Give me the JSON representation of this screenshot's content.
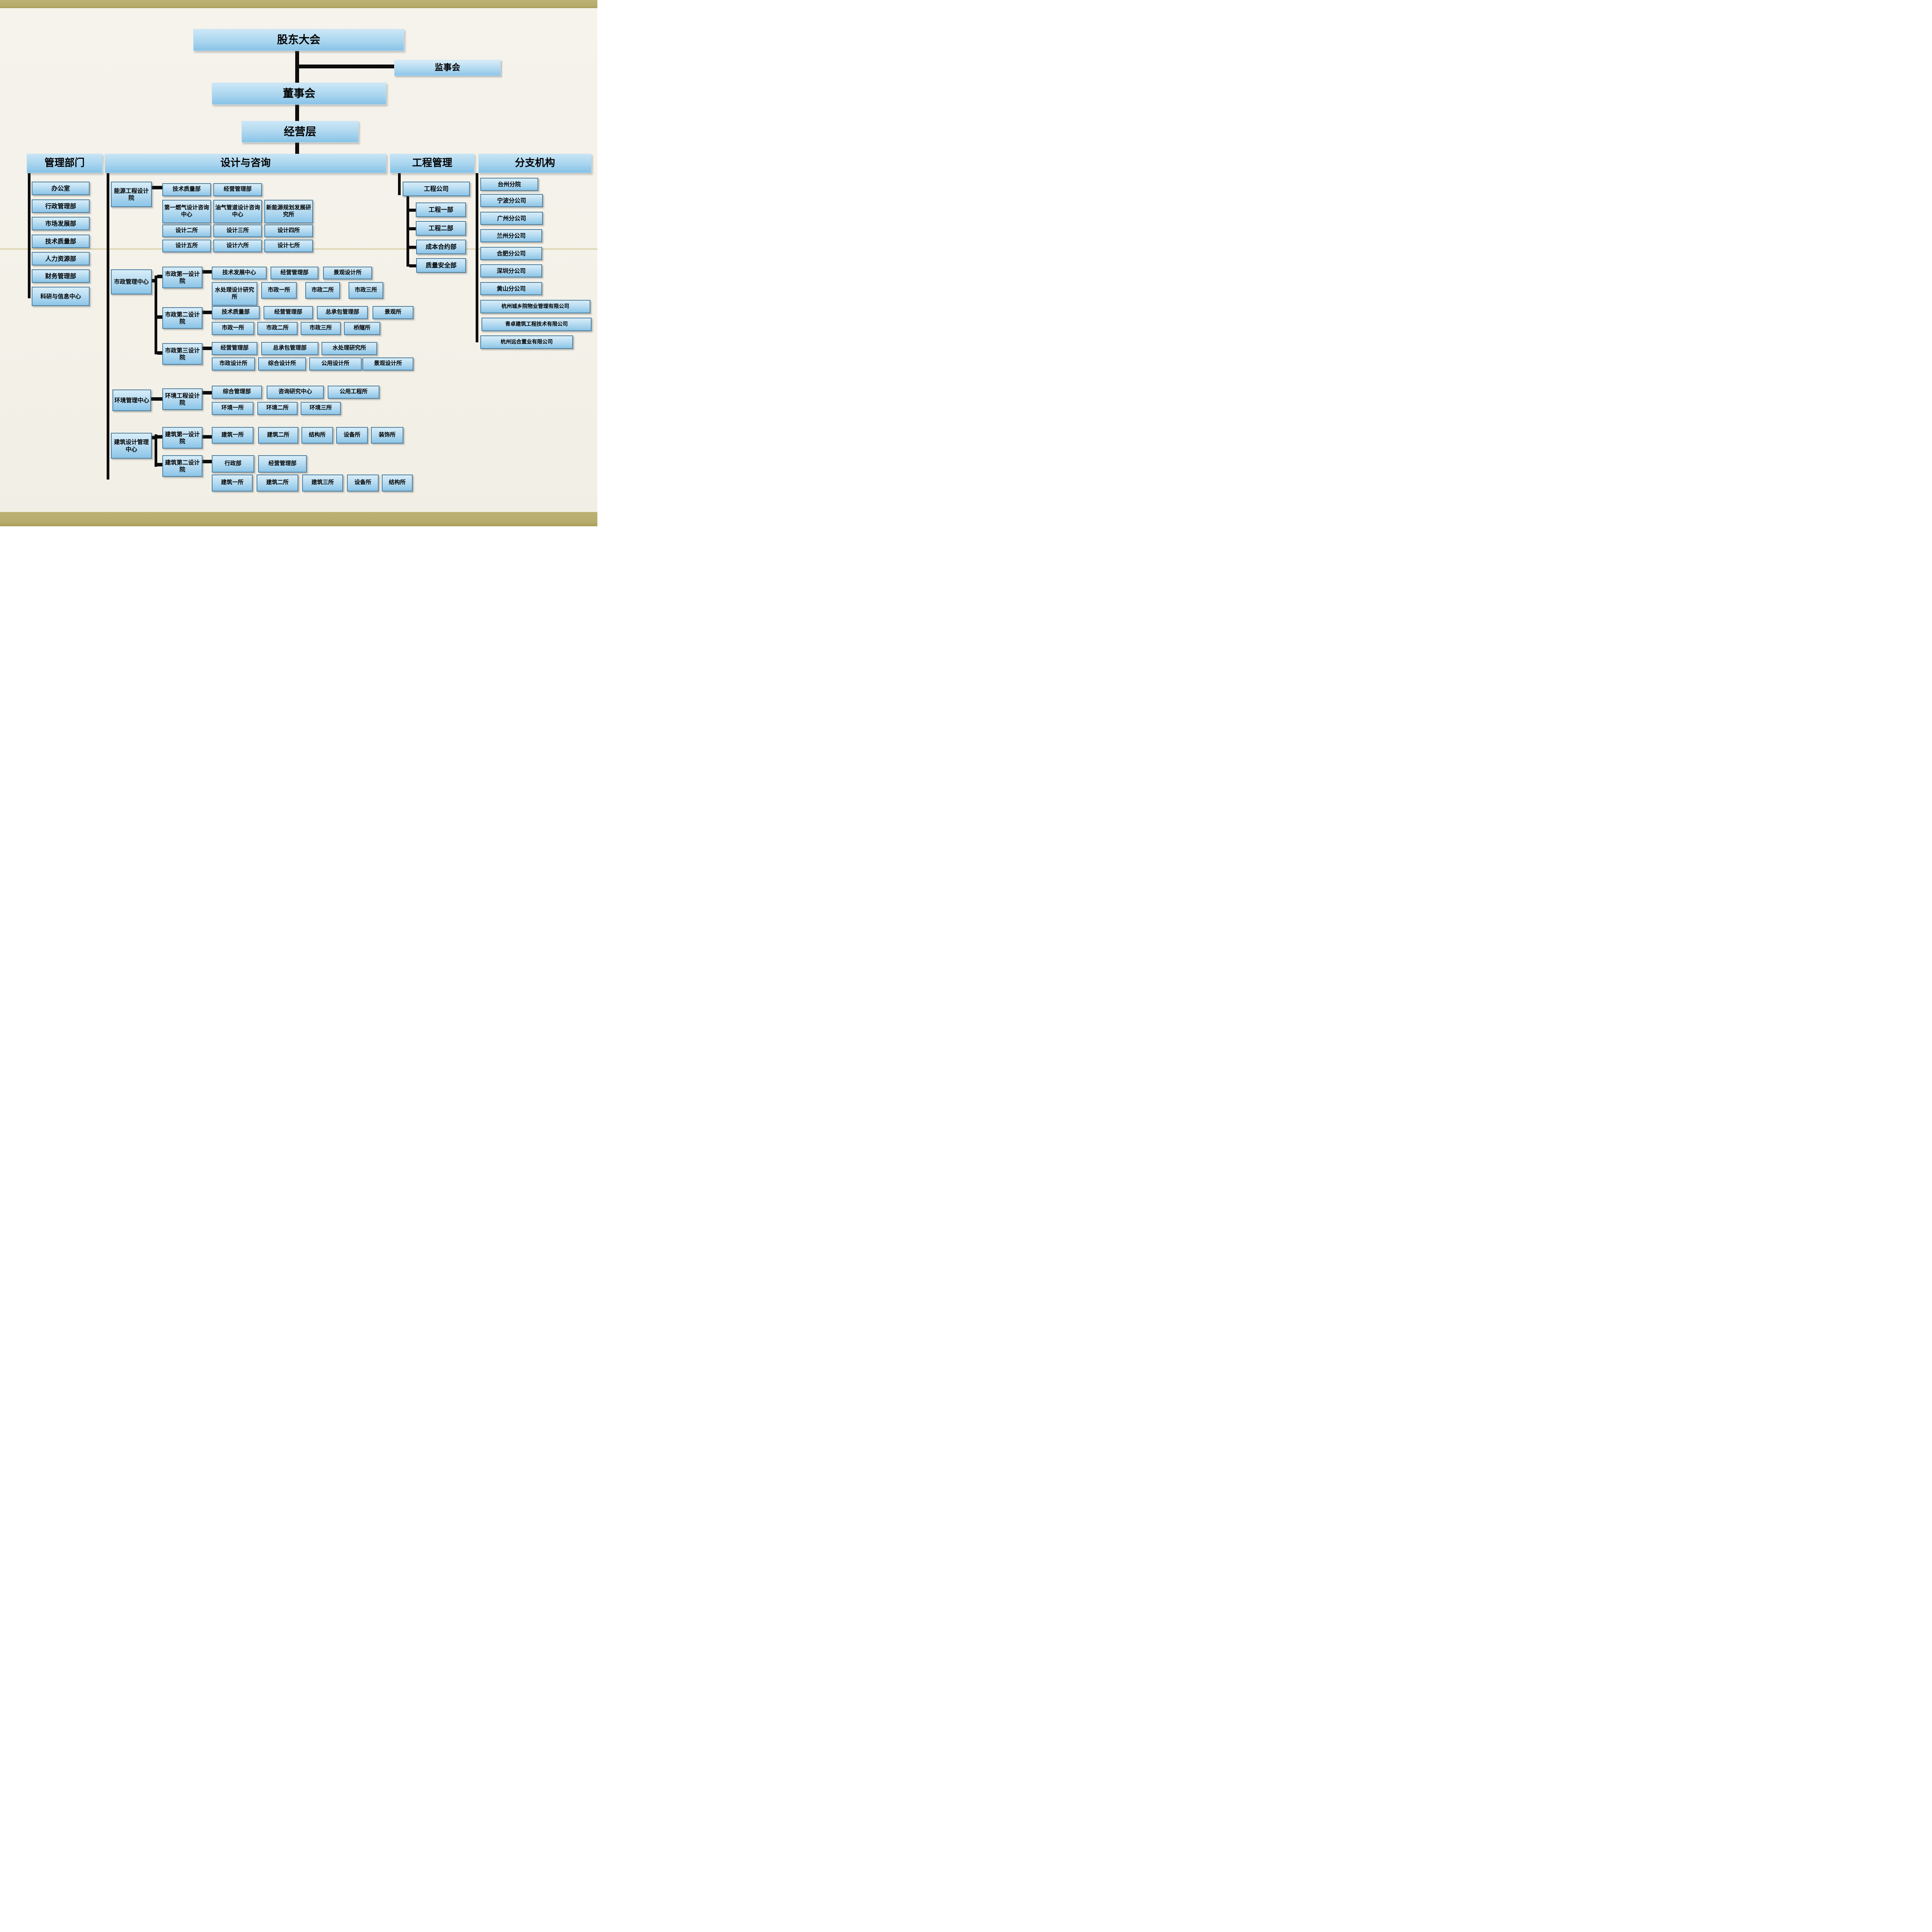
{
  "top": {
    "shareholders": "股东大会",
    "supervisory": "监事会",
    "board": "董事会",
    "management_layer": "经营层"
  },
  "management": {
    "title": "管理部门",
    "items": [
      "办公室",
      "行政管理部",
      "市场发展部",
      "技术质量部",
      "人力资源部",
      "财务管理部",
      "科研与信息中心"
    ]
  },
  "design": {
    "title": "设计与咨询",
    "energy": {
      "name": "能源工程设计院",
      "row1": [
        "技术质量部",
        "经营管理部"
      ],
      "row2": [
        "第一燃气设计咨询中心",
        "油气管道设计咨询中心",
        "新能源规划发展研究所"
      ],
      "row3": [
        "设计二所",
        "设计三所",
        "设计四所"
      ],
      "row4": [
        "设计五所",
        "设计六所",
        "设计七所"
      ]
    },
    "municipal": {
      "name": "市政管理中心",
      "inst1": {
        "name": "市政第一设计院",
        "row1": [
          "技术发展中心",
          "经营管理部",
          "景观设计所"
        ],
        "row2": [
          "水处理设计研究所",
          "市政一所",
          "市政二所",
          "市政三所"
        ]
      },
      "inst2": {
        "name": "市政第二设计院",
        "row1": [
          "技术质量部",
          "经营管理部",
          "总承包管理部",
          "景观所"
        ],
        "row2": [
          "市政一所",
          "市政二所",
          "市政三所",
          "桥隧所"
        ]
      },
      "inst3": {
        "name": "市政第三设计院",
        "row1": [
          "经营管理部",
          "总承包管理部",
          "水处理研究所"
        ],
        "row2": [
          "市政设计所",
          "综合设计所",
          "公用设计所",
          "景观设计所"
        ]
      }
    },
    "environment": {
      "name": "环境管理中心",
      "inst": {
        "name": "环境工程设计院",
        "row1": [
          "综合管理部",
          "咨询研究中心",
          "公用工程所"
        ],
        "row2": [
          "环境一所",
          "环境二所",
          "环境三所"
        ]
      }
    },
    "architecture": {
      "name": "建筑设计管理中心",
      "inst1": {
        "name": "建筑第一设计院",
        "row1": [
          "建筑一所",
          "建筑二所",
          "结构所",
          "设备所",
          "装饰所"
        ]
      },
      "inst2": {
        "name": "建筑第二设计院",
        "row1": [
          "行政部",
          "经营管理部"
        ],
        "row2": [
          "建筑一所",
          "建筑二所",
          "建筑三所",
          "设备所",
          "结构所"
        ]
      }
    }
  },
  "engineering": {
    "title": "工程管理",
    "company": "工程公司",
    "departments": [
      "工程一部",
      "工程二部",
      "成本合约部",
      "质量安全部"
    ]
  },
  "branches": {
    "title": "分支机构",
    "items": [
      "台州分院",
      "宁波分公司",
      "广州分公司",
      "兰州分公司",
      "合肥分公司",
      "深圳分公司",
      "黄山分公司",
      "杭州城乡院物业管理有限公司",
      "青卓建筑工程技术有限公司",
      "杭州远合置业有限公司"
    ]
  },
  "colors": {
    "box_top": "#d8edf9",
    "box_bottom": "#8cc5e8",
    "box_border": "#4f7f9e",
    "connector": "#0d0d0d",
    "gold_bar": "#b7ac6c",
    "background": "#f3f1e8"
  }
}
